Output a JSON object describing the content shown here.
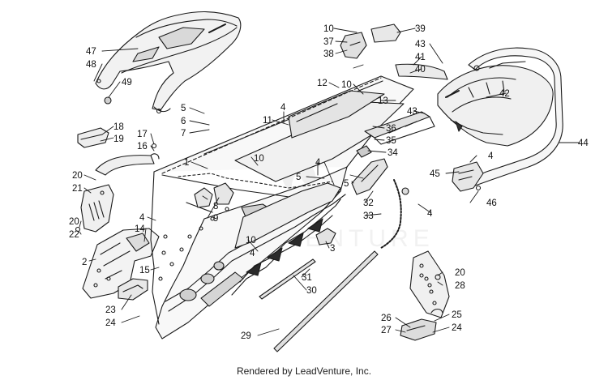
{
  "footer": {
    "text": "Rendered by LeadVenture, Inc."
  },
  "watermark": {
    "text": "LEADVENTURE"
  },
  "callouts": [
    {
      "id": "47",
      "text": "47"
    },
    {
      "id": "48",
      "text": "48"
    },
    {
      "id": "49",
      "text": "49"
    },
    {
      "id": "18",
      "text": "18"
    },
    {
      "id": "19",
      "text": "19"
    },
    {
      "id": "17",
      "text": "17"
    },
    {
      "id": "16",
      "text": "16"
    },
    {
      "id": "20a",
      "text": "20"
    },
    {
      "id": "21",
      "text": "21"
    },
    {
      "id": "20b",
      "text": "20"
    },
    {
      "id": "22",
      "text": "22"
    },
    {
      "id": "4a",
      "text": "4"
    },
    {
      "id": "14",
      "text": "14"
    },
    {
      "id": "2",
      "text": "2"
    },
    {
      "id": "15",
      "text": "15"
    },
    {
      "id": "23",
      "text": "23"
    },
    {
      "id": "24a",
      "text": "24"
    },
    {
      "id": "5a",
      "text": "5"
    },
    {
      "id": "6",
      "text": "6"
    },
    {
      "id": "7",
      "text": "7"
    },
    {
      "id": "1",
      "text": "1"
    },
    {
      "id": "11",
      "text": "11"
    },
    {
      "id": "4b",
      "text": "4"
    },
    {
      "id": "10a",
      "text": "10"
    },
    {
      "id": "8",
      "text": "8"
    },
    {
      "id": "9",
      "text": "9"
    },
    {
      "id": "10b",
      "text": "10"
    },
    {
      "id": "4c",
      "text": "4"
    },
    {
      "id": "5b",
      "text": "5"
    },
    {
      "id": "4d",
      "text": "4"
    },
    {
      "id": "3",
      "text": "3"
    },
    {
      "id": "31",
      "text": "31"
    },
    {
      "id": "30",
      "text": "30"
    },
    {
      "id": "29",
      "text": "29"
    },
    {
      "id": "12",
      "text": "12"
    },
    {
      "id": "10c",
      "text": "10"
    },
    {
      "id": "10d",
      "text": "10"
    },
    {
      "id": "37",
      "text": "37"
    },
    {
      "id": "38",
      "text": "38"
    },
    {
      "id": "39",
      "text": "39"
    },
    {
      "id": "43a",
      "text": "43"
    },
    {
      "id": "41",
      "text": "41"
    },
    {
      "id": "40",
      "text": "40"
    },
    {
      "id": "42",
      "text": "42"
    },
    {
      "id": "13",
      "text": "13"
    },
    {
      "id": "43b",
      "text": "43"
    },
    {
      "id": "36",
      "text": "36"
    },
    {
      "id": "35",
      "text": "35"
    },
    {
      "id": "34",
      "text": "34"
    },
    {
      "id": "44",
      "text": "44"
    },
    {
      "id": "4e",
      "text": "4"
    },
    {
      "id": "45",
      "text": "45"
    },
    {
      "id": "46",
      "text": "46"
    },
    {
      "id": "5c",
      "text": "5"
    },
    {
      "id": "32",
      "text": "32"
    },
    {
      "id": "33",
      "text": "33"
    },
    {
      "id": "4f",
      "text": "4"
    },
    {
      "id": "20c",
      "text": "20"
    },
    {
      "id": "28",
      "text": "28"
    },
    {
      "id": "26",
      "text": "26"
    },
    {
      "id": "25",
      "text": "25"
    },
    {
      "id": "27",
      "text": "27"
    },
    {
      "id": "24b",
      "text": "24"
    }
  ]
}
